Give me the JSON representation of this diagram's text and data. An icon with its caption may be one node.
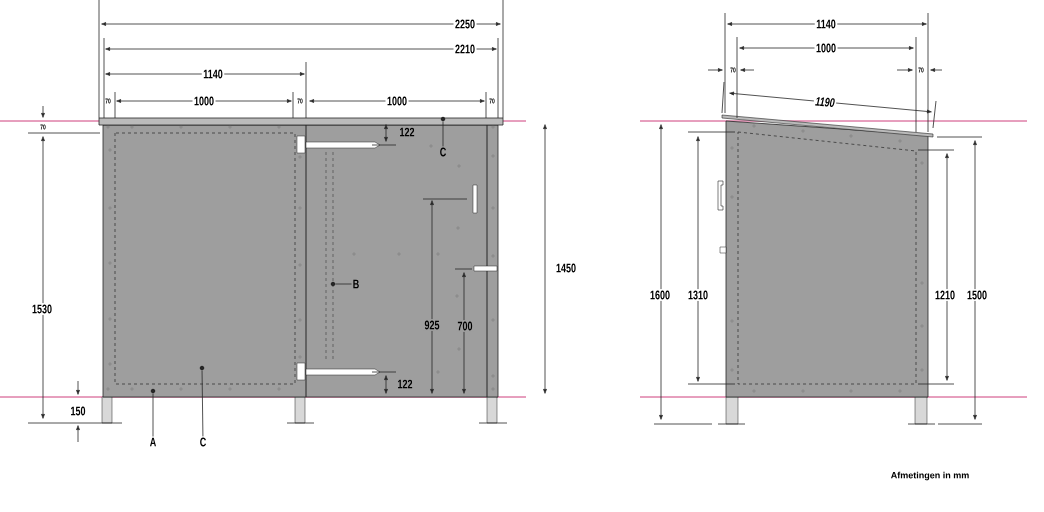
{
  "diagram": {
    "nodes": [
      {
        "text": [
          "C"
        ]
      },
      {
        "text": [
          "B"
        ]
      },
      {
        "text": [
          "A"
        ]
      },
      {
        "text": [
          "C"
        ]
      },
      {
        "text": [],
        "shape": "circle"
      },
      {
        "text": [],
        "shape": "circle"
      },
      {
        "text": [],
        "shape": "circle"
      },
      {
        "text": [],
        "shape": "circle"
      }
    ],
    "edges": [
      {
        "from": 0,
        "to": 4,
        "arrow": "none"
      },
      {
        "from": 1,
        "to": 5,
        "arrow": "none"
      },
      {
        "from": 2,
        "to": 6,
        "arrow": "none"
      },
      {
        "from": 3,
        "to": 7,
        "arrow": "none"
      }
    ],
    "labels": [
      "2250",
      "2210",
      "1140",
      "70",
      "1000",
      "70",
      "1000",
      "70",
      "70",
      "122",
      "1450",
      "1530",
      "925",
      "700",
      "122",
      "150",
      "1140",
      "1000",
      "70",
      "70",
      "1190",
      "1600",
      "1310",
      "1210",
      "1500",
      "Afmetingen in mm"
    ]
  }
}
